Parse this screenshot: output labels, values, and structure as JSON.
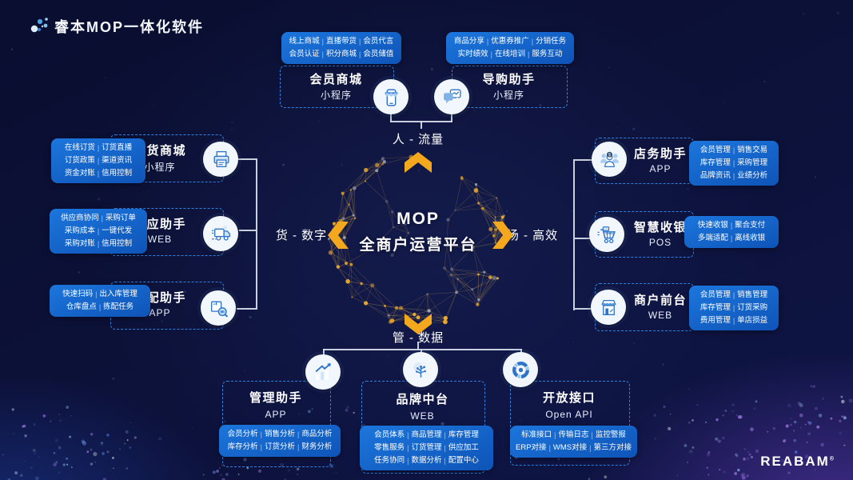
{
  "header": {
    "title": "睿本MOP一体化软件",
    "logo_icon": "dots-cluster-icon"
  },
  "center": {
    "title": "MOP",
    "subtitle": "全商户运营平台"
  },
  "directions": {
    "top": "人 - 流量",
    "left": "货 - 数字",
    "right": "场 - 高效",
    "bottom": "管 - 数据"
  },
  "modules": [
    {
      "id": "member-mall",
      "title": "会员商城",
      "subtitle": "小程序",
      "icon": "mobile-storefront-icon",
      "tags": [
        [
          "线上商城",
          "直播带货",
          "会员代言"
        ],
        [
          "会员认证",
          "积分商城",
          "会员储值"
        ]
      ]
    },
    {
      "id": "guide-assistant",
      "title": "导购助手",
      "subtitle": "小程序",
      "icon": "chat-bubbles-icon",
      "tags": [
        [
          "商品分享",
          "优惠券推广",
          "分销任务"
        ],
        [
          "实时绩效",
          "在线培训",
          "服务互动"
        ]
      ]
    },
    {
      "id": "order-mall",
      "title": "订货商城",
      "subtitle": "小程序",
      "icon": "order-printer-icon",
      "tags": [
        [
          "在线订货",
          "订货直播"
        ],
        [
          "订货政策",
          "渠道资讯"
        ],
        [
          "资金对账",
          "信用控制"
        ]
      ]
    },
    {
      "id": "supply-assistant",
      "title": "供应助手",
      "subtitle": "WEB",
      "icon": "delivery-truck-icon",
      "tags": [
        [
          "供应商协同",
          "采购订单"
        ],
        [
          "采购成本",
          "一键代发"
        ],
        [
          "采购对账",
          "信用控制"
        ]
      ]
    },
    {
      "id": "picking-assistant",
      "title": "拣配助手",
      "subtitle": "APP",
      "icon": "box-scanner-icon",
      "tags": [
        [
          "快速扫码",
          "出入库管理"
        ],
        [
          "仓库盘点",
          "拣配任务"
        ]
      ]
    },
    {
      "id": "store-assistant",
      "title": "店务助手",
      "subtitle": "APP",
      "icon": "staff-coin-icon",
      "tags": [
        [
          "会员管理",
          "销售交易"
        ],
        [
          "库存管理",
          "采购管理"
        ],
        [
          "品牌资讯",
          "业绩分析"
        ]
      ]
    },
    {
      "id": "smart-cashier",
      "title": "智慧收银",
      "subtitle": "POS",
      "icon": "cashier-cart-icon",
      "tags": [
        [
          "快速收银",
          "聚合支付"
        ],
        [
          "多端适配",
          "离线收银"
        ]
      ]
    },
    {
      "id": "merchant-front",
      "title": "商户前台",
      "subtitle": "WEB",
      "icon": "storefront-icon",
      "tags": [
        [
          "会员管理",
          "销售管理"
        ],
        [
          "库存管理",
          "订货采购"
        ],
        [
          "费用管理",
          "单店损益"
        ]
      ]
    },
    {
      "id": "management-assistant",
      "title": "管理助手",
      "subtitle": "APP",
      "icon": "growth-chart-icon",
      "tags": [
        [
          "会员分析",
          "销售分析",
          "商品分析"
        ],
        [
          "库存分析",
          "订货分析",
          "财务分析"
        ]
      ]
    },
    {
      "id": "brand-platform",
      "title": "品牌中台",
      "subtitle": "WEB",
      "icon": "brain-network-icon",
      "tags": [
        [
          "会员体系",
          "商品管理",
          "库存管理"
        ],
        [
          "零售服务",
          "订货管理",
          "供应加工"
        ],
        [
          "任务协同",
          "数据分析",
          "配置中心"
        ]
      ]
    },
    {
      "id": "open-api",
      "title": "开放接口",
      "subtitle": "Open API",
      "icon": "segmented-ring-icon",
      "tags": [
        [
          "标准接口",
          "传输日志",
          "监控警报"
        ],
        [
          "ERP对接",
          "WMS对接",
          "第三方对接"
        ]
      ]
    }
  ],
  "brand": {
    "text": "REABAM",
    "reg": "®"
  },
  "colors": {
    "accent_gold": "#F3A81E",
    "tag_blue": "#1566CF",
    "dash_blue": "#2F82DD",
    "background": "#0C1138"
  }
}
